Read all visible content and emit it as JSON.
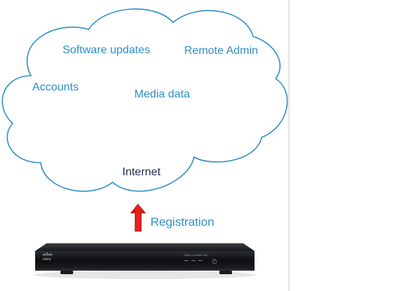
{
  "cloud": {
    "labels": {
      "software_updates": "Software updates",
      "remote_admin": "Remote Admin",
      "accounts": "Accounts",
      "media_data": "Media data",
      "internet": "Internet"
    }
  },
  "arrow": {
    "label": "Registration",
    "color": "#e0201b"
  },
  "device": {
    "brand": "cisco",
    "model_label": "Video Controller 400"
  },
  "colors": {
    "cloud_outline": "#2f8fc4",
    "label_blue": "#2f8fc4",
    "label_dark": "#1f2c4f",
    "divider": "#c8c8c8"
  }
}
